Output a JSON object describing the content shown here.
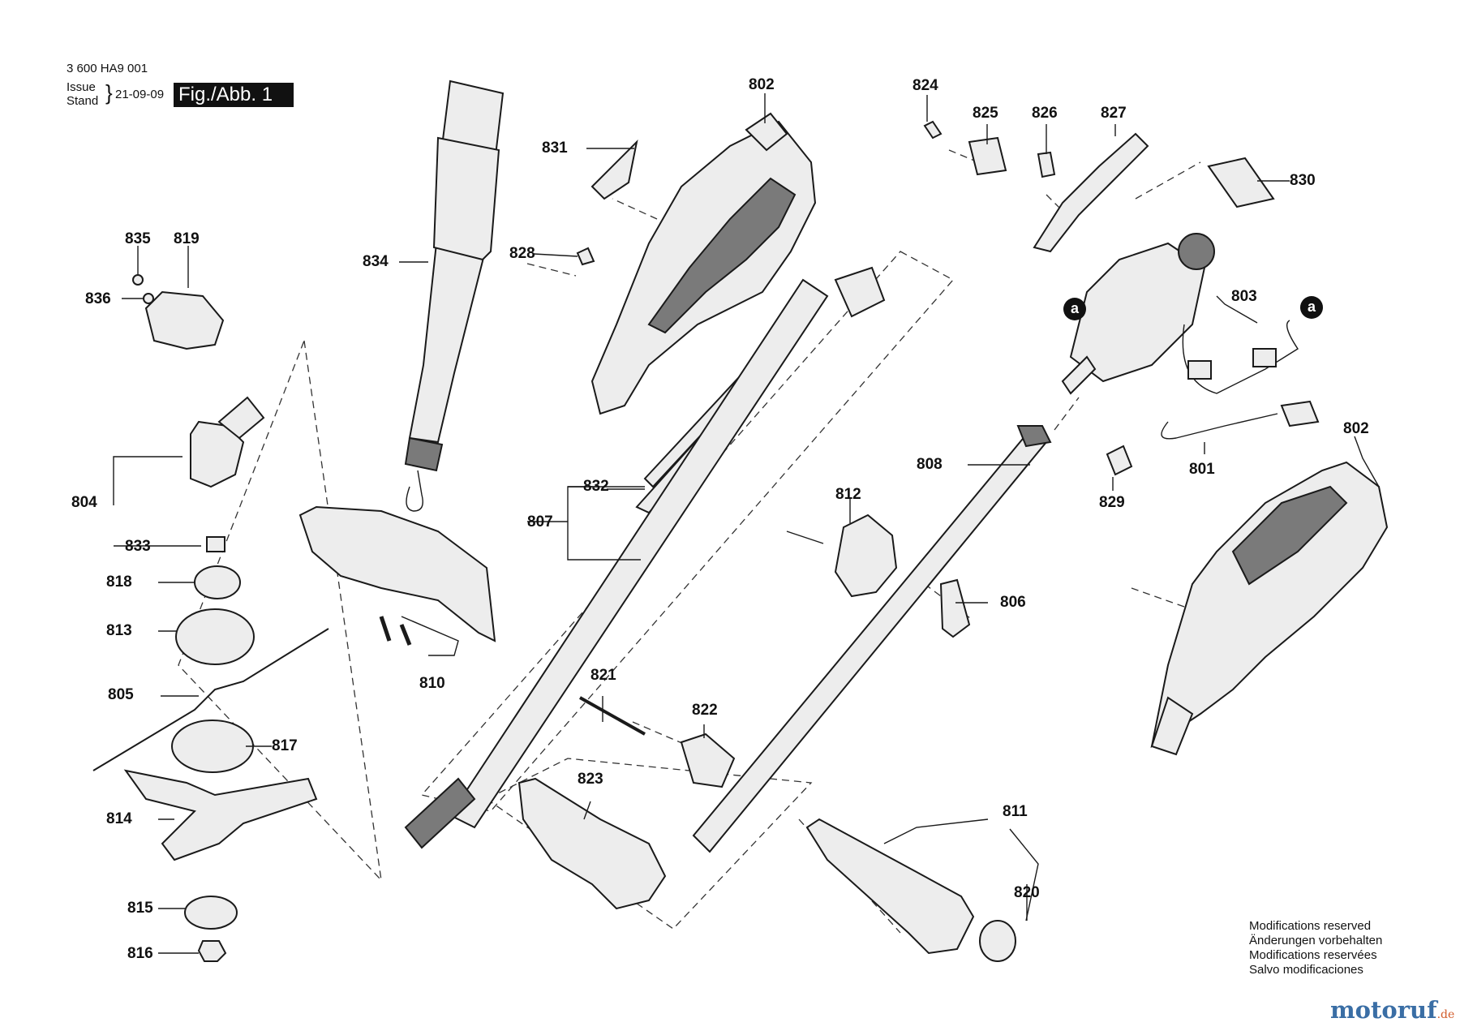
{
  "header": {
    "doc_number": "3 600 HA9 001",
    "issue_label": "Issue",
    "stand_label": "Stand",
    "issue_date": "21-09-09",
    "figure_label": "Fig./Abb. 1"
  },
  "callouts": {
    "p801": "801",
    "p802a": "802",
    "p802b": "802",
    "p803": "803",
    "p804": "804",
    "p805": "805",
    "p806": "806",
    "p807": "807",
    "p808": "808",
    "p810": "810",
    "p811": "811",
    "p812": "812",
    "p813": "813",
    "p814": "814",
    "p815": "815",
    "p816": "816",
    "p817": "817",
    "p818": "818",
    "p819": "819",
    "p820": "820",
    "p821": "821",
    "p822": "822",
    "p823": "823",
    "p824": "824",
    "p825": "825",
    "p826": "826",
    "p827": "827",
    "p828": "828",
    "p829": "829",
    "p830": "830",
    "p831": "831",
    "p832": "832",
    "p833": "833",
    "p834": "834",
    "p835": "835",
    "p836": "836"
  },
  "connection_marks": {
    "left": "a",
    "right": "a"
  },
  "notes": [
    "Modifications reserved",
    "Änderungen vorbehalten",
    "Modifications reservées",
    "Salvo modificaciones"
  ],
  "watermark": {
    "name": "motoruf",
    "tld": ".de"
  }
}
